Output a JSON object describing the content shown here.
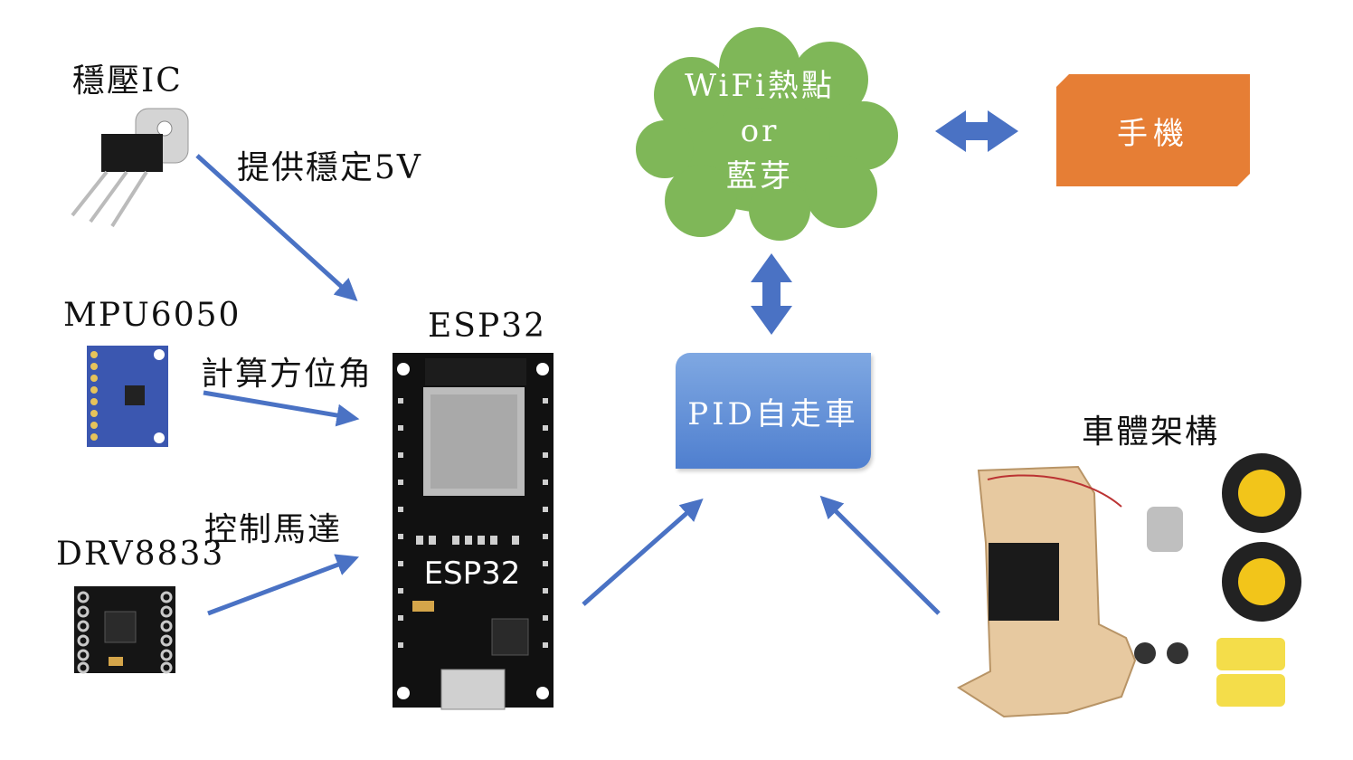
{
  "labels": {
    "regulator": "穩壓IC",
    "regulator_arrow": "提供穩定5V",
    "mpu": "MPU6050",
    "mpu_arrow": "計算方位角",
    "drv": "DRV8833",
    "drv_arrow": "控制馬達",
    "esp_title": "ESP32",
    "esp_board_text": "ESP32",
    "chassis": "車體架構"
  },
  "cloud": {
    "line1": "WiFi熱點",
    "line2": "or",
    "line3": "藍芽"
  },
  "phone": {
    "label": "手機"
  },
  "pid": {
    "label": "PID自走車"
  },
  "colors": {
    "arrow": "#4a72c4",
    "cloud": "#7fb758",
    "phone": "#e67e35",
    "pid_top": "#7fa8e2",
    "pid_bottom": "#4f7fcf",
    "board": "#111111"
  },
  "icons": {
    "regulator": "voltage-regulator-image",
    "mpu": "mpu6050-module-image",
    "drv": "drv8833-module-image",
    "esp": "esp32-board-image",
    "chassis": "car-chassis-kit-image"
  }
}
